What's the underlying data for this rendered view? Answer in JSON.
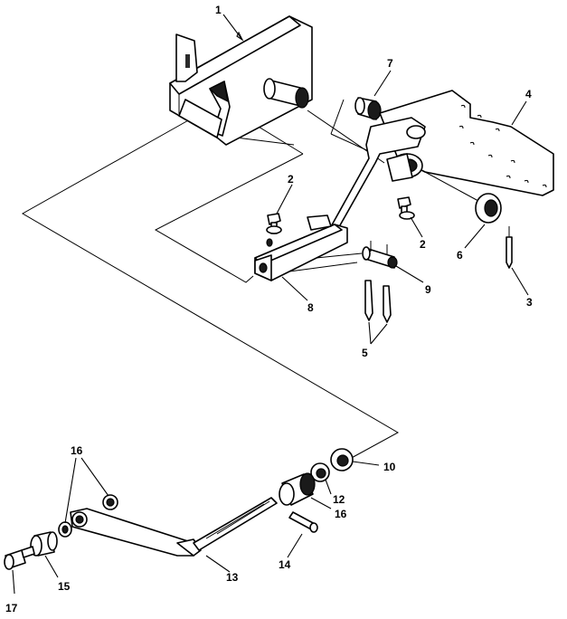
{
  "callouts": {
    "c1": "1",
    "c2a": "2",
    "c2b": "2",
    "c3": "3",
    "c4": "4",
    "c5": "5",
    "c6": "6",
    "c7": "7",
    "c8": "8",
    "c9": "9",
    "c10": "10",
    "c12": "12",
    "c13": "13",
    "c14": "14",
    "c15": "15",
    "c16a": "16",
    "c16b": "16",
    "c17": "17"
  }
}
